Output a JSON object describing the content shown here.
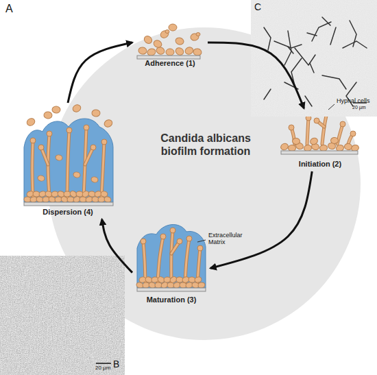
{
  "diagram": {
    "title": "Candida albicans biofilm formation",
    "nodes": [
      {
        "text": [
          "Adherence (1)"
        ]
      },
      {
        "text": [
          "Initiation (2)"
        ]
      },
      {
        "text": [
          "Maturation (3)"
        ]
      },
      {
        "text": [
          "Dispersion (4)"
        ]
      }
    ],
    "edges": [
      {
        "from": 0,
        "to": 1,
        "arrow": "to"
      },
      {
        "from": 1,
        "to": 2,
        "arrow": "to"
      },
      {
        "from": 2,
        "to": 3,
        "arrow": "to"
      },
      {
        "from": 3,
        "to": 0,
        "arrow": "to"
      }
    ],
    "labels": [
      "A",
      "B",
      "C",
      "Hyphal cells",
      "Extracellular Matrix",
      "20 µm",
      "20 µm"
    ]
  }
}
